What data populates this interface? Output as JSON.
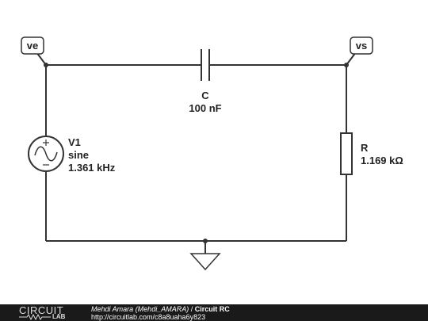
{
  "schematic": {
    "nodes": {
      "input": "ve",
      "output": "vs"
    },
    "capacitor": {
      "name": "C",
      "value": "100 nF"
    },
    "source": {
      "name": "V1",
      "type": "sine",
      "frequency": "1.361 kHz"
    },
    "resistor": {
      "name": "R",
      "value": "1.169 kΩ"
    }
  },
  "footer": {
    "logo_top": "CIRCUIT",
    "logo_bottom": "LAB",
    "author": "Mehdi Amara (Mehdi_AMARA)",
    "separator": " / ",
    "title": "Circuit RC",
    "url": "http://circuitlab.com/c8a8uaha6y823"
  }
}
